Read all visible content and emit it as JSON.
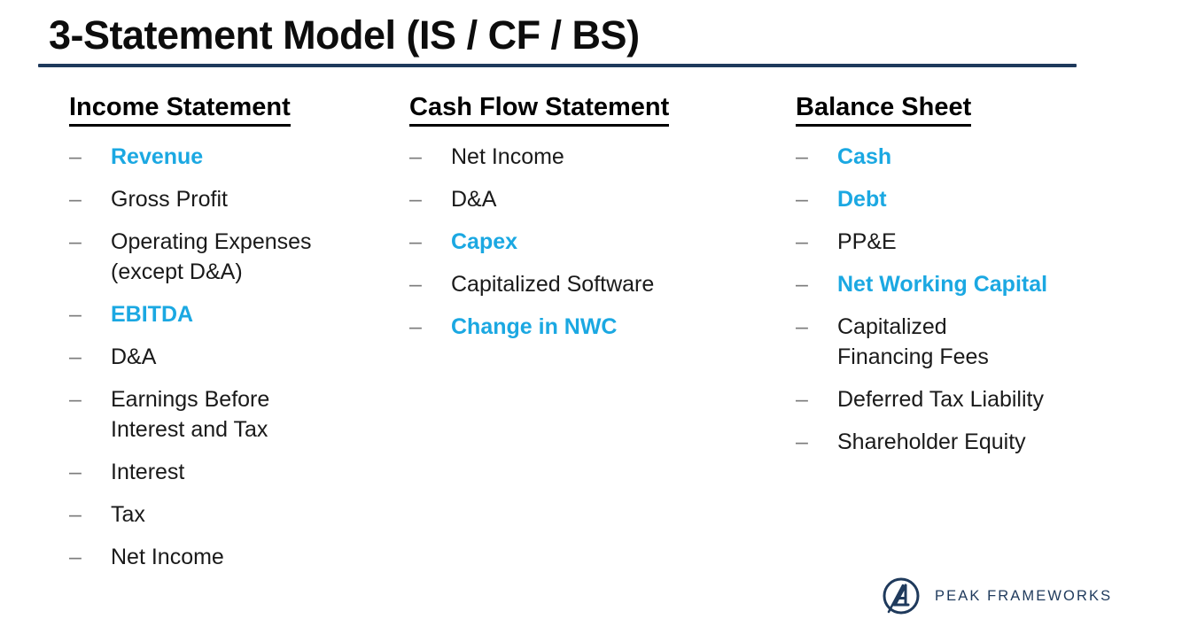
{
  "slide": {
    "title": "3-Statement Model (IS / CF / BS)",
    "accent_color": "#1ba8e2",
    "rule_color": "#1f3a5c",
    "dash_marker": "–",
    "background_color": "#ffffff"
  },
  "columns": [
    {
      "heading": "Income Statement",
      "items": [
        {
          "label": "Revenue",
          "accent": true
        },
        {
          "label": "Gross Profit",
          "accent": false
        },
        {
          "label": "Operating Expenses\n(except D&A)",
          "accent": false
        },
        {
          "label": "EBITDA",
          "accent": true
        },
        {
          "label": "D&A",
          "accent": false
        },
        {
          "label": "Earnings Before\nInterest and Tax",
          "accent": false
        },
        {
          "label": "Interest",
          "accent": false
        },
        {
          "label": "Tax",
          "accent": false
        },
        {
          "label": "Net Income",
          "accent": false
        }
      ]
    },
    {
      "heading": "Cash Flow Statement",
      "items": [
        {
          "label": "Net Income",
          "accent": false
        },
        {
          "label": "D&A",
          "accent": false
        },
        {
          "label": "Capex",
          "accent": true
        },
        {
          "label": "Capitalized Software",
          "accent": false
        },
        {
          "label": "Change in NWC",
          "accent": true
        }
      ]
    },
    {
      "heading": "Balance Sheet",
      "items": [
        {
          "label": "Cash",
          "accent": true
        },
        {
          "label": "Debt",
          "accent": true
        },
        {
          "label": "PP&E",
          "accent": false
        },
        {
          "label": "Net Working Capital",
          "accent": true
        },
        {
          "label": "Capitalized\nFinancing Fees",
          "accent": false
        },
        {
          "label": "Deferred Tax Liability",
          "accent": false
        },
        {
          "label": "Shareholder Equity",
          "accent": false
        }
      ]
    }
  ],
  "logo": {
    "name": "peak-frameworks-logo",
    "wordmark": "PEAK FRAMEWORKS",
    "color": "#1f3a5c"
  }
}
